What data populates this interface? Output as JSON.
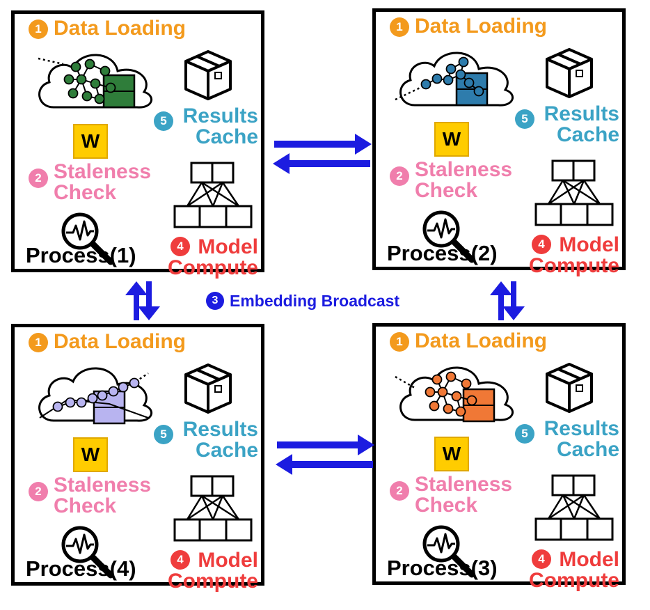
{
  "labels": {
    "data_loading": "Data Loading",
    "staleness_1": "Staleness",
    "staleness_2": "Check",
    "results_1": "Results",
    "results_2": "Cache",
    "model_1": "Model",
    "model_2": "Compute",
    "w": "W",
    "embedding_broadcast": "Embedding Broadcast"
  },
  "numbers": {
    "data_loading": "1",
    "staleness": "2",
    "broadcast": "3",
    "model": "4",
    "results": "5"
  },
  "processes": [
    {
      "id": "p1",
      "label": "Process(1)",
      "color": "#2f7d3a",
      "variant": "a"
    },
    {
      "id": "p2",
      "label": "Process(2)",
      "color": "#2e7cac",
      "variant": "b"
    },
    {
      "id": "p4",
      "label": "Process(4)",
      "color": "#b8b4f0",
      "variant": "c"
    },
    {
      "id": "p3",
      "label": "Process(3)",
      "color": "#f07836",
      "variant": "d"
    }
  ],
  "colors": {
    "orange": "#f39a1d",
    "pink": "#f07eac",
    "teal": "#3ba3c5",
    "red": "#ef3c3c",
    "arrow_blue": "#1c1ce0",
    "w_yellow": "#ffcc00"
  },
  "icons": [
    "cloud-graph-icon",
    "box-icon",
    "w-badge-icon",
    "magnifier-waveform-icon",
    "neural-network-icon",
    "bidirectional-arrow-icon"
  ]
}
